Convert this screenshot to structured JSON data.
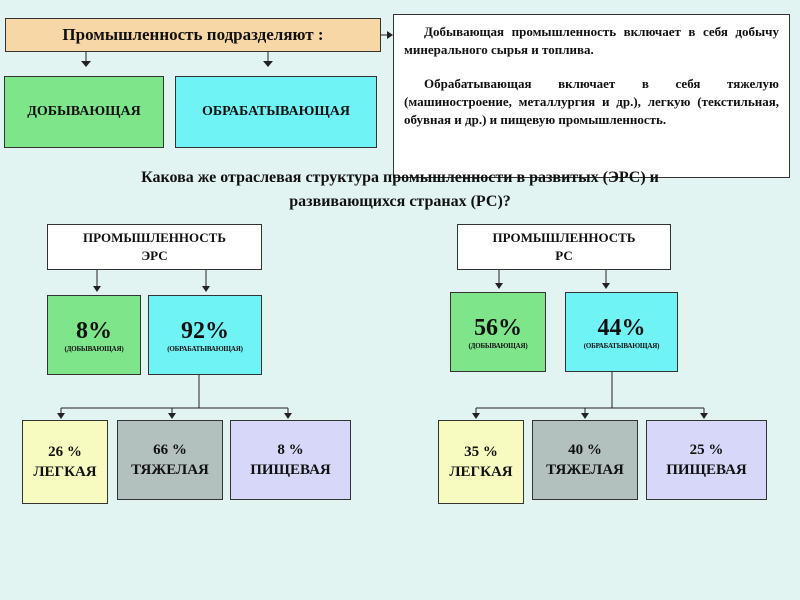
{
  "header": {
    "title": "Промышленность подразделяют :",
    "branches": [
      "ДОБЫВАЮЩАЯ",
      "ОБРАБАТЫВАЮЩАЯ"
    ]
  },
  "info": {
    "p1": "Добывающая промышленность включает в себя добычу минерального сырья и топлива.",
    "p2": "Обрабатывающая включает в себя тяжелую (машиностроение, металлургия и др.), легкую (текстильная, обувная и др.) и пищевую промышленность."
  },
  "question": {
    "line1": "Какова же отраслевая структура промышленности в развитых (ЭРС) и",
    "line2": "развивающихся странах (РС)?"
  },
  "ers": {
    "title_line1": "ПРОМЫШЛЕННОСТЬ",
    "title_line2": "ЭРС",
    "dob_pct": "8%",
    "dob_label": "(ДОБЫВАЮЩАЯ)",
    "obr_pct": "92%",
    "obr_label": "(ОБРАБАТЫВАЮЩАЯ)",
    "subs": [
      {
        "pct": "26 %",
        "name": "ЛЕГКАЯ"
      },
      {
        "pct": "66 %",
        "name": "ТЯЖЕЛАЯ"
      },
      {
        "pct": "8 %",
        "name": "ПИЩЕВАЯ"
      }
    ]
  },
  "rs": {
    "title_line1": "ПРОМЫШЛЕННОСТЬ",
    "title_line2": "РС",
    "dob_pct": "56%",
    "dob_label": "(ДОБЫВАЮЩАЯ)",
    "obr_pct": "44%",
    "obr_label": "(ОБРАБАТЫВАЮЩАЯ)",
    "subs": [
      {
        "pct": "35 %",
        "name": "ЛЕГКАЯ"
      },
      {
        "pct": "40 %",
        "name": "ТЯЖЕЛАЯ"
      },
      {
        "pct": "25 %",
        "name": "ПИЩЕВАЯ"
      }
    ]
  },
  "colors": {
    "background": "#e1f4f1",
    "header": "#f8d7a6",
    "green": "#7ee58b",
    "cyan": "#6ff3f5",
    "yellow": "#f8fbbf",
    "grey": "#b3c1be",
    "lavender": "#d7d7f9"
  }
}
